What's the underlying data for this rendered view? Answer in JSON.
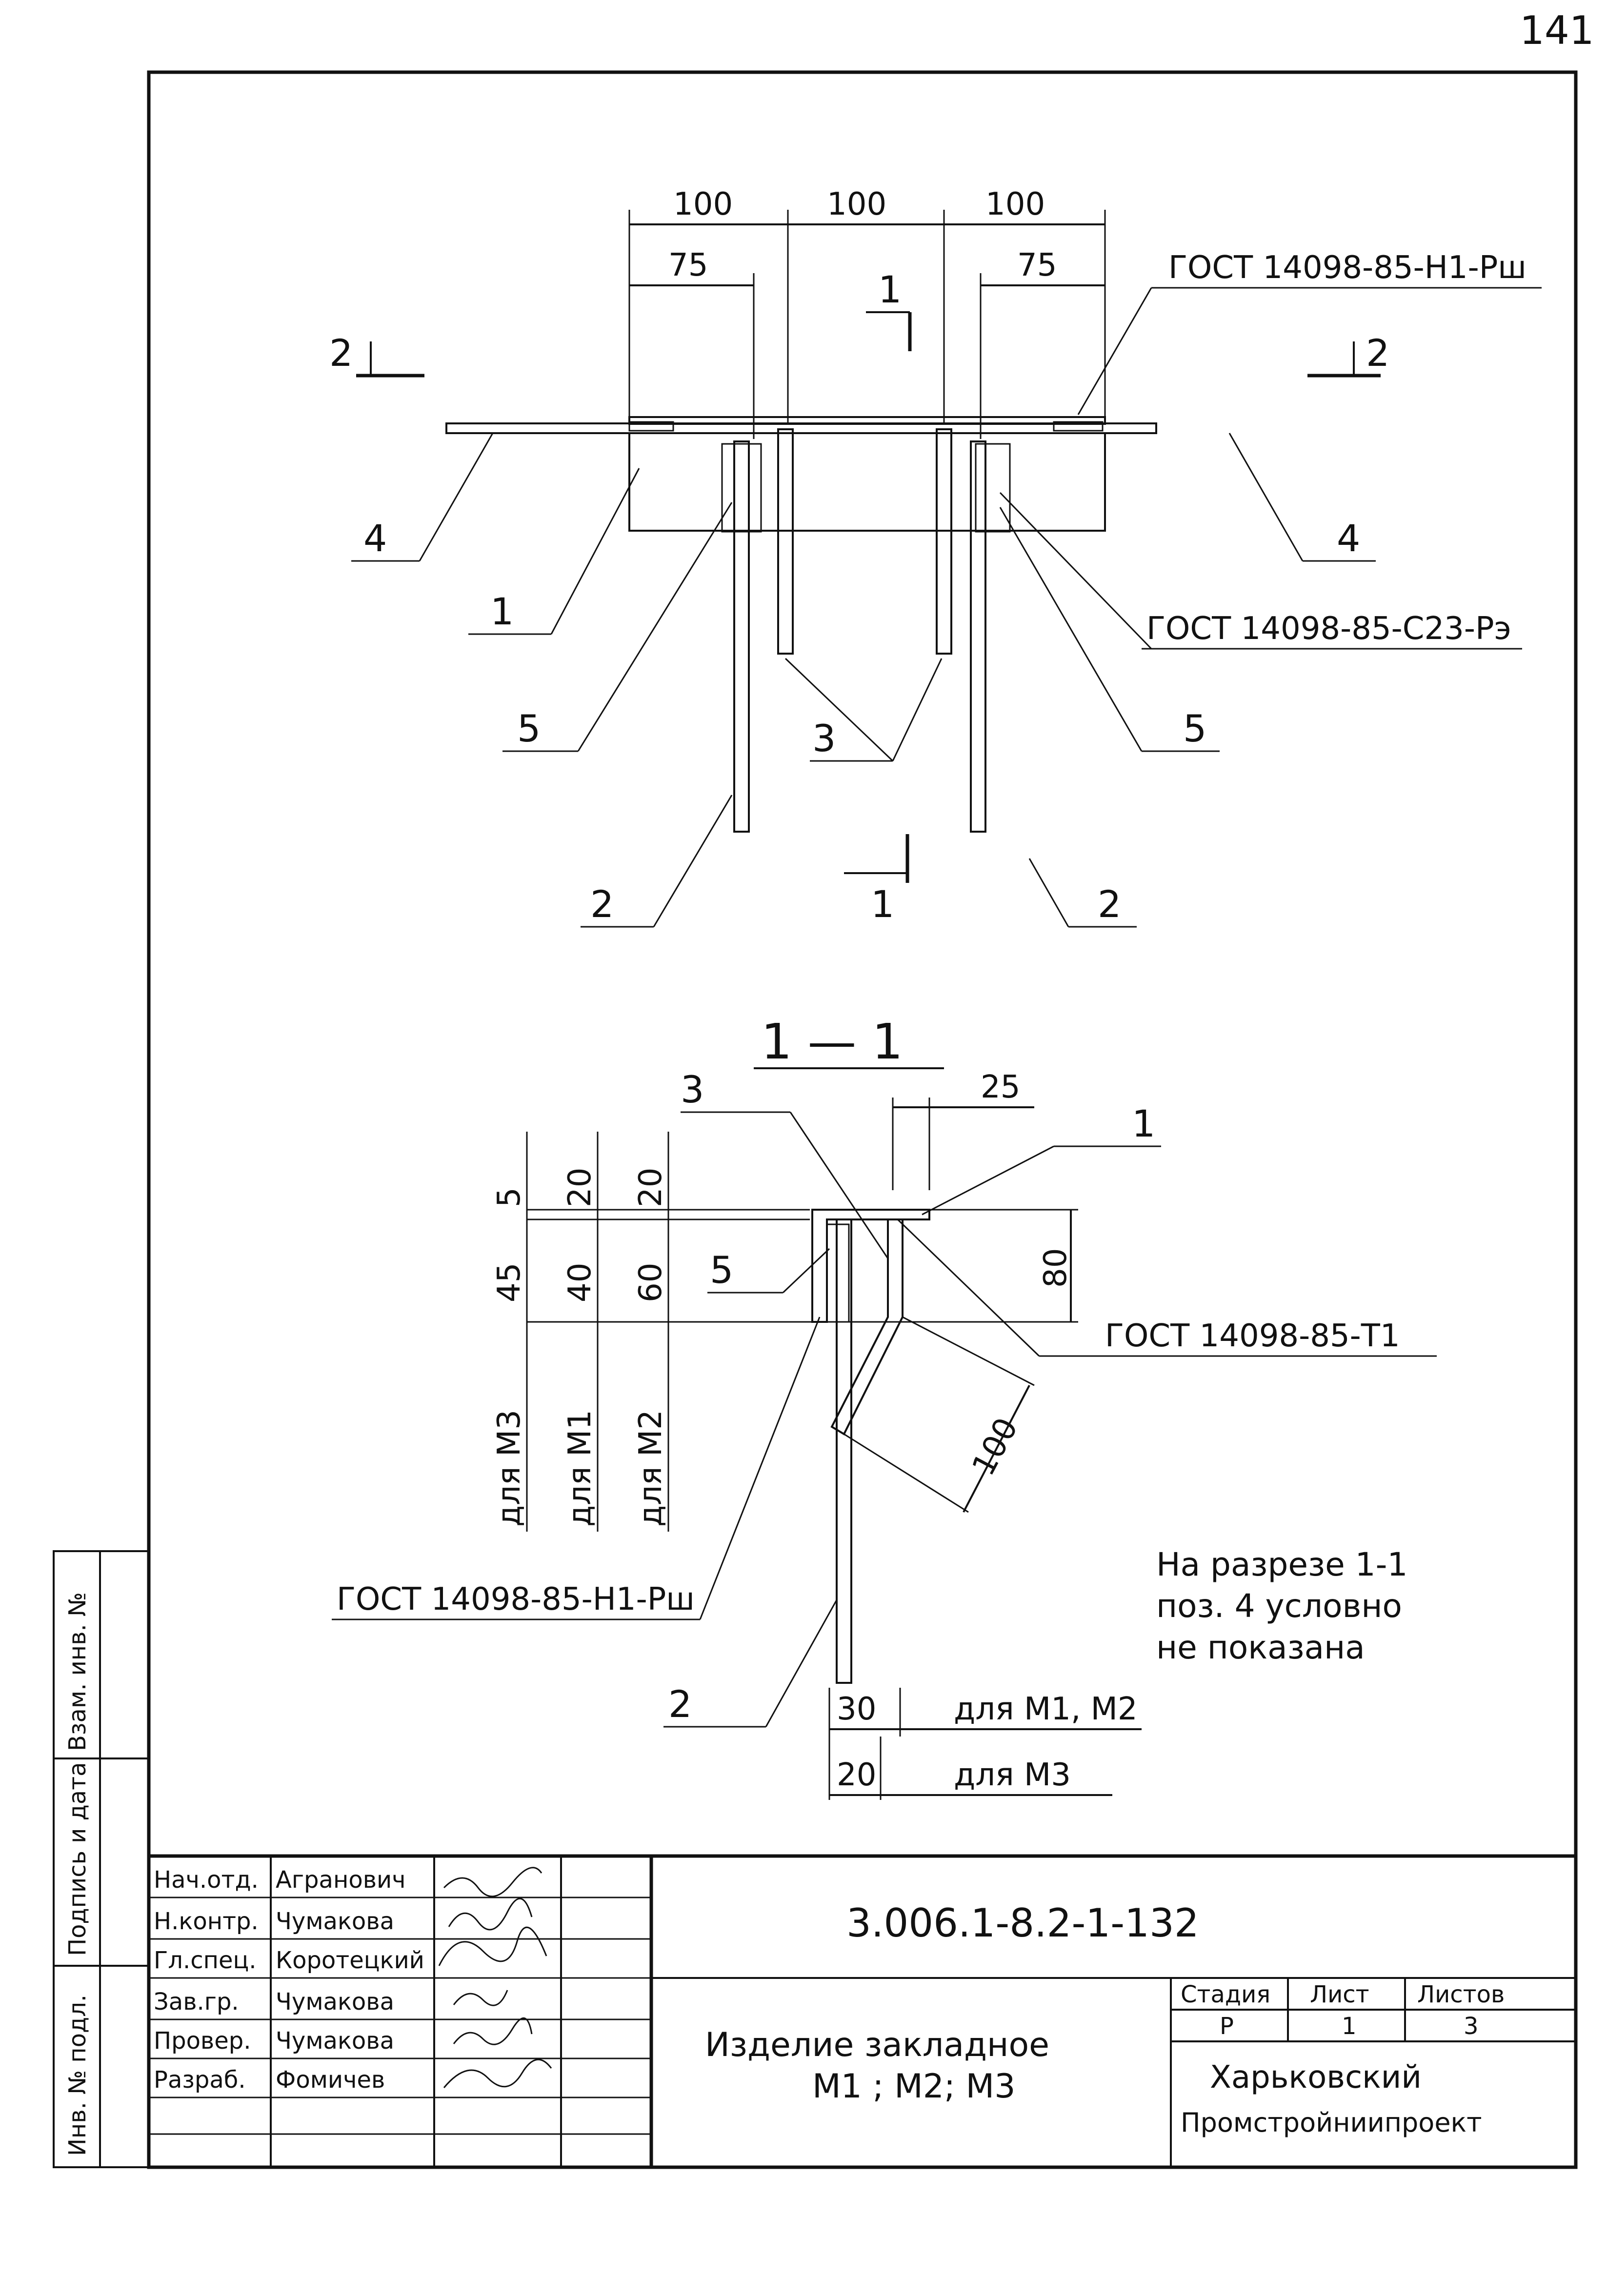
{
  "page_number": "141",
  "plan": {
    "dims_top": [
      "100",
      "100",
      "100"
    ],
    "dims_75": [
      "75",
      "75"
    ],
    "gost_h1_rsh": "ГОСТ 14098-85-Н1-Рш",
    "gost_c23": "ГОСТ 14098-85-С23-Рэ",
    "section_2": "2",
    "section_1": "1",
    "callouts": {
      "p1": "1",
      "p2a": "2",
      "p2b": "2",
      "p3": "3",
      "p4a": "4",
      "p4b": "4",
      "p5a": "5",
      "p5b": "5"
    }
  },
  "section": {
    "title": "1 — 1",
    "dim_25": "25",
    "dim_80": "80",
    "dim_100": "100",
    "col_m3": [
      "5",
      "45",
      "для М3"
    ],
    "col_m1": [
      "20",
      "40",
      "для М1"
    ],
    "col_m2": [
      "20",
      "60",
      "для М2"
    ],
    "gost_t1": "ГОСТ 14098-85-Т1",
    "gost_h1_rsh": "ГОСТ 14098-85-Н1-Рш",
    "callouts": {
      "p1": "1",
      "p2": "2",
      "p3": "3",
      "p5": "5"
    },
    "dim_30": "30",
    "dim_20": "20",
    "note_30": "для М1, М2",
    "note_20": "для М3"
  },
  "note": [
    "На разрезе 1-1",
    "поз. 4 условно",
    "не показана"
  ],
  "side_stamp": [
    "Инв. № подл.",
    "Подпись и дата",
    "Взам. инв. №"
  ],
  "title_block": {
    "roles": [
      "Нач.отд.",
      "Н.контр.",
      "Гл.спец.",
      "Зав.гр.",
      "Провер.",
      "Разраб."
    ],
    "names": [
      "Агранович",
      "Чумакова",
      "Коротецкий",
      "Чумакова",
      "Чумакова",
      "Фомичев"
    ],
    "doc_code": "3.006.1-8.2-1-132",
    "title_line1": "Изделие закладное",
    "title_line2": "М1 ; М2; М3",
    "stage_header": "Стадия",
    "sheet_header": "Лист",
    "sheets_header": "Листов",
    "stage": "Р",
    "sheet": "1",
    "sheets": "3",
    "org_line1": "Харьковский",
    "org_line2": "Промстройниипроект"
  }
}
